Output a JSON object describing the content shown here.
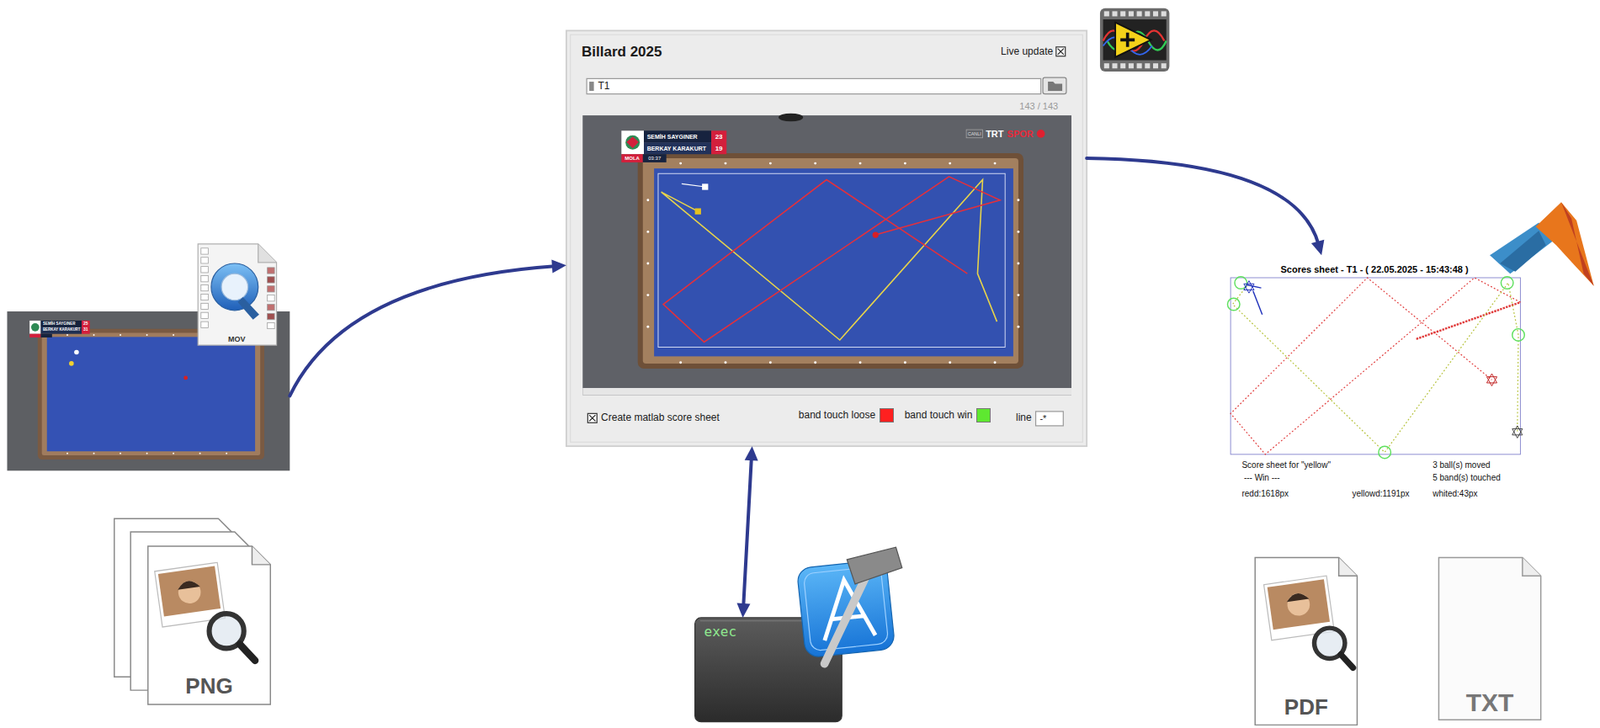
{
  "diagram": {
    "nodes": [
      {
        "text": [
          "SEMİH SAYGINER",
          "25",
          "BERKAY KARAKURT",
          "31"
        ]
      },
      {
        "text": [
          "MOV"
        ]
      },
      {
        "text": [
          "Billard 2025",
          "Live update",
          "T1",
          "143 / 143",
          "SEMİH SAYGINER",
          "23",
          "BERKAY KARAKURT",
          "19",
          "MOLA",
          "03:37",
          "CANLI",
          "TRT",
          "SPOR",
          "Create matlab score sheet",
          "line",
          "-*"
        ]
      },
      {
        "text": [
          "Scores sheet - T1 - ( 22.05.2025 - 15:43:48 )",
          "Score sheet for \"yellow\"",
          "--- Win ---",
          "3 ball(s) moved",
          "5 band(s) touched",
          "redd:1618px",
          "yellowd:1191px",
          "whited:43px"
        ]
      },
      {
        "text": [
          "PNG"
        ]
      },
      {
        "text": [
          "exec"
        ]
      },
      {
        "text": [
          "PDF"
        ]
      },
      {
        "text": [
          "TXT"
        ]
      }
    ],
    "edges": [
      {
        "from": 0,
        "to": 2,
        "arrow": "to"
      },
      {
        "from": 2,
        "to": 3,
        "arrow": "to"
      },
      {
        "from": 2,
        "to": 5,
        "arrow": "both"
      }
    ],
    "legend": [
      {
        "text": "band touch loose",
        "color": "#ff2020"
      },
      {
        "text": "band touch win",
        "color": "#5ee830"
      }
    ]
  }
}
